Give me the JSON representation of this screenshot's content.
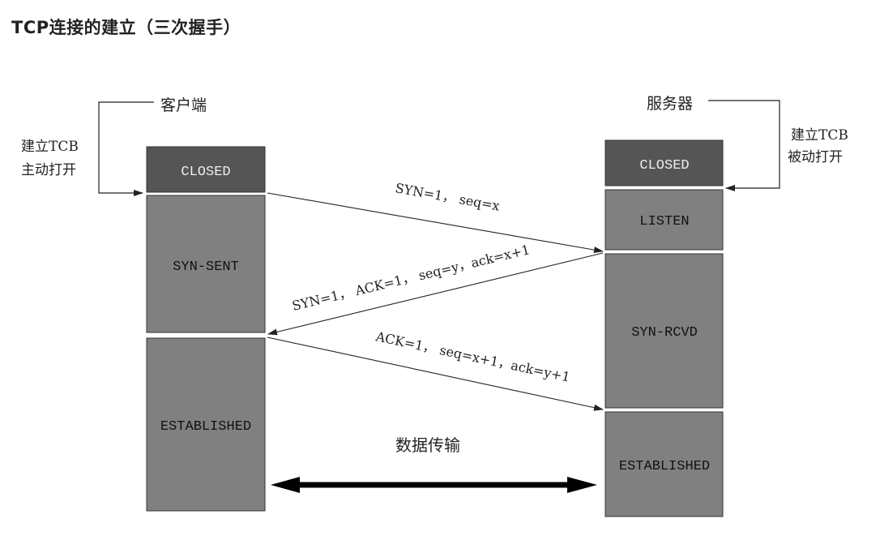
{
  "title": "TCP连接的建立（三次握手）",
  "client": {
    "label": "客户端",
    "note_line1": "建立TCB",
    "note_line2": "主动打开",
    "states": [
      "CLOSED",
      "SYN-SENT",
      "ESTABLISHED"
    ]
  },
  "server": {
    "label": "服务器",
    "note_line1": "建立TCB",
    "note_line2": "被动打开",
    "states": [
      "CLOSED",
      "LISTEN",
      "SYN-RCVD",
      "ESTABLISHED"
    ]
  },
  "messages": {
    "syn": "SYN=1， seq=x",
    "synack": "SYN=1， ACK=1， seq=y，ack=x+1",
    "ack": "ACK=1， seq=x+1，ack=y+1"
  },
  "data_transfer": "数据传输",
  "colors": {
    "closed_fill": "#555555",
    "state_fill": "#808080",
    "state_border": "#333333",
    "arrow": "#222222",
    "bold_arrow": "#000000"
  }
}
